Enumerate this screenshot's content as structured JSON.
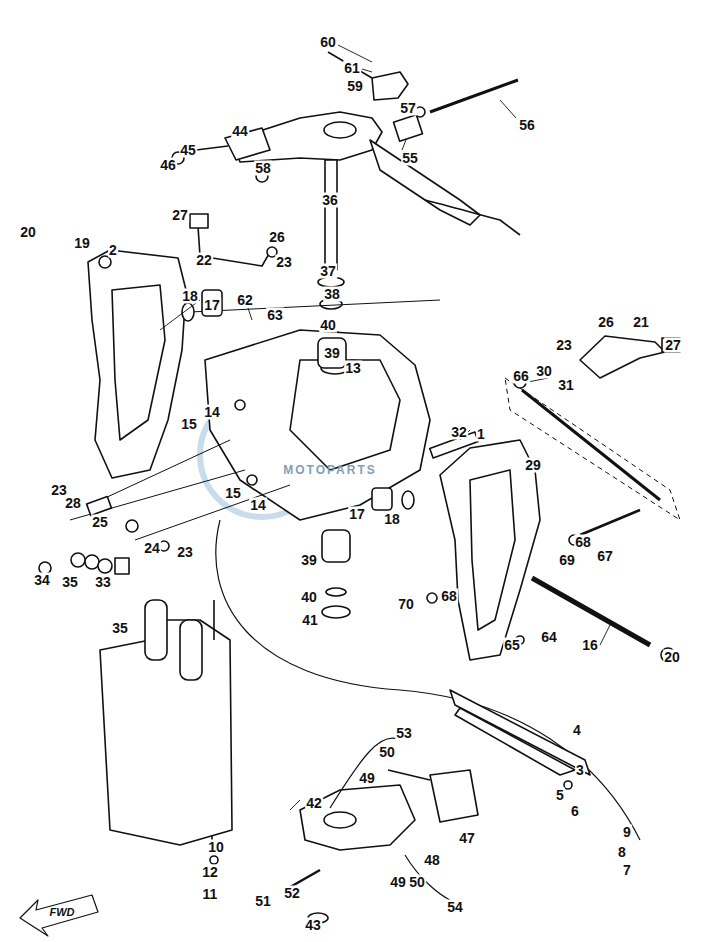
{
  "diagram": {
    "labels": [
      "60",
      "61",
      "59",
      "56",
      "57",
      "55",
      "44",
      "45",
      "46",
      "58",
      "36",
      "27",
      "20",
      "19",
      "2",
      "26",
      "22",
      "23",
      "37",
      "38",
      "40",
      "39",
      "18",
      "17",
      "62",
      "63",
      "13",
      "23",
      "26",
      "21",
      "27",
      "66",
      "30",
      "31",
      "32",
      "1",
      "15",
      "14",
      "15",
      "14",
      "17",
      "18",
      "29",
      "23",
      "28",
      "25",
      "24",
      "23",
      "34",
      "35",
      "33",
      "35",
      "39",
      "40",
      "41",
      "68",
      "69",
      "67",
      "70",
      "68",
      "65",
      "64",
      "16",
      "20",
      "53",
      "50",
      "49",
      "4",
      "3",
      "5",
      "6",
      "9",
      "8",
      "7",
      "42",
      "47",
      "48",
      "10",
      "12",
      "11",
      "52",
      "51",
      "49",
      "50",
      "54",
      "43",
      "FWD",
      "MOTOPARTS"
    ]
  }
}
